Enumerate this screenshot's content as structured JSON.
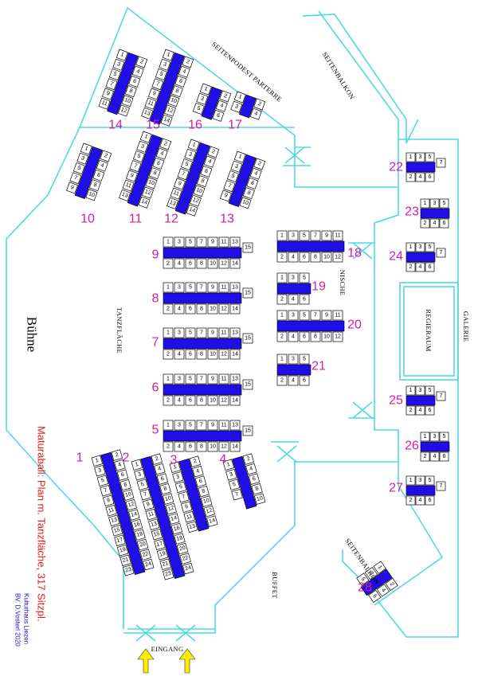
{
  "labels": {
    "stage": "Bühne",
    "dance_floor": "TANZFLÄCHE",
    "side_podium": "SEITENPODEST PARTERRE",
    "side_balcony_top": "SEITENBALKON",
    "side_balcony_bottom": "SEITENBALKON",
    "niche": "NISCHE",
    "control_room": "REGIERAUM",
    "gallery": "GALERIE",
    "buffet": "BUFFET",
    "entrance": "EINGANG",
    "title": "Maturaball: Plan m. Tanzfläche, 317 Sitzpl.",
    "credit_line1": "Kulturhaus Liezen",
    "credit_line2": "BV. D.Vosterl 2020"
  },
  "tables": {
    "t1": {
      "number": "1",
      "left": [
        "1",
        "3",
        "5",
        "7",
        "9",
        "11",
        "13",
        "15",
        "17",
        "19",
        "21",
        "23"
      ],
      "right": [
        "2",
        "4",
        "6",
        "8",
        "10",
        "12",
        "14",
        "16",
        "18",
        "20",
        "22",
        "24"
      ]
    },
    "t2": {
      "number": "2",
      "left": [
        "1",
        "3",
        "5",
        "7",
        "9",
        "11",
        "13",
        "15",
        "17",
        "19",
        "21",
        "23"
      ],
      "right": [
        "2",
        "4",
        "6",
        "8",
        "10",
        "12",
        "14",
        "16",
        "18",
        "20",
        "22",
        "24"
      ]
    },
    "t3": {
      "number": "3",
      "left": [
        "1",
        "3",
        "5",
        "7",
        "9",
        "11",
        "13"
      ],
      "right": [
        "2",
        "4",
        "6",
        "8",
        "10",
        "12",
        "14"
      ]
    },
    "t4": {
      "number": "4",
      "left": [
        "1",
        "3",
        "5",
        "7"
      ],
      "right": [
        "2",
        "4",
        "6",
        "8",
        "10"
      ]
    },
    "t5": {
      "number": "5",
      "top": [
        "1",
        "3",
        "5",
        "7",
        "9",
        "11",
        "13"
      ],
      "bottom": [
        "2",
        "4",
        "6",
        "8",
        "10",
        "12",
        "14"
      ],
      "end": "15"
    },
    "t6": {
      "number": "6",
      "top": [
        "1",
        "3",
        "5",
        "7",
        "9",
        "11",
        "13"
      ],
      "bottom": [
        "2",
        "4",
        "6",
        "8",
        "10",
        "12",
        "14"
      ],
      "end": "15"
    },
    "t7": {
      "number": "7",
      "top": [
        "1",
        "3",
        "5",
        "7",
        "9",
        "11",
        "13"
      ],
      "bottom": [
        "2",
        "4",
        "6",
        "8",
        "10",
        "12",
        "14"
      ],
      "end": "15"
    },
    "t8": {
      "number": "8",
      "top": [
        "1",
        "3",
        "5",
        "7",
        "9",
        "11",
        "13"
      ],
      "bottom": [
        "2",
        "4",
        "6",
        "8",
        "10",
        "12",
        "14"
      ],
      "end": "15"
    },
    "t9": {
      "number": "9",
      "top": [
        "1",
        "3",
        "5",
        "7",
        "9",
        "11",
        "13"
      ],
      "bottom": [
        "2",
        "4",
        "6",
        "8",
        "10",
        "12",
        "14"
      ],
      "end": "15"
    },
    "t10": {
      "number": "10",
      "left": [
        "1",
        "3",
        "5",
        "7",
        "9"
      ],
      "right": [
        "2",
        "4",
        "6",
        "8",
        "10"
      ]
    },
    "t11": {
      "number": "11",
      "left": [
        "1",
        "3",
        "5",
        "7",
        "9",
        "11",
        "13"
      ],
      "right": [
        "2",
        "4",
        "6",
        "8",
        "10",
        "12",
        "14"
      ]
    },
    "t12": {
      "number": "12",
      "left": [
        "1",
        "3",
        "5",
        "7",
        "9",
        "11",
        "13"
      ],
      "right": [
        "2",
        "4",
        "6",
        "8",
        "10",
        "12",
        "14"
      ]
    },
    "t13": {
      "number": "13",
      "left": [
        "1",
        "3",
        "5",
        "7",
        "9"
      ],
      "right": [
        "2",
        "4",
        "6",
        "8",
        "10"
      ]
    },
    "t14": {
      "number": "14",
      "left": [
        "1",
        "3",
        "5",
        "7",
        "9",
        "11"
      ],
      "right": [
        "2",
        "4",
        "6",
        "8",
        "10",
        "12"
      ]
    },
    "t15": {
      "number": "15",
      "left": [
        "1",
        "3",
        "5",
        "7",
        "9",
        "11",
        "13"
      ],
      "right": [
        "2",
        "4",
        "6",
        "8",
        "10",
        "12",
        "14"
      ]
    },
    "t16": {
      "number": "16",
      "left": [
        "1",
        "3",
        "5"
      ],
      "right": [
        "2",
        "4",
        "6"
      ]
    },
    "t17": {
      "number": "17",
      "left": [
        "1",
        "3"
      ],
      "right": [
        "2",
        "4"
      ]
    },
    "t18": {
      "number": "18",
      "top": [
        "1",
        "3",
        "5",
        "7",
        "9",
        "11"
      ],
      "bottom": [
        "2",
        "4",
        "6",
        "8",
        "10",
        "12"
      ]
    },
    "t19": {
      "number": "19",
      "top": [
        "1",
        "3",
        "5"
      ],
      "bottom": [
        "2",
        "4",
        "6"
      ]
    },
    "t20": {
      "number": "20",
      "top": [
        "1",
        "3",
        "5",
        "7",
        "9",
        "11"
      ],
      "bottom": [
        "2",
        "4",
        "6",
        "8",
        "10",
        "12"
      ]
    },
    "t21": {
      "number": "21",
      "top": [
        "1",
        "3",
        "5"
      ],
      "bottom": [
        "2",
        "4",
        "6"
      ]
    },
    "t22": {
      "number": "22",
      "top": [
        "1",
        "3",
        "5"
      ],
      "bottom": [
        "2",
        "4",
        "6"
      ],
      "end": "7"
    },
    "t23": {
      "number": "23",
      "top": [
        "1",
        "3",
        "5"
      ],
      "bottom": [
        "2",
        "4",
        "6"
      ]
    },
    "t24": {
      "number": "24",
      "top": [
        "1",
        "3",
        "5"
      ],
      "bottom": [
        "2",
        "4",
        "6"
      ],
      "end": "7"
    },
    "t25": {
      "number": "25",
      "top": [
        "1",
        "3",
        "5"
      ],
      "bottom": [
        "2",
        "4",
        "6"
      ],
      "end": "7"
    },
    "t26": {
      "number": "26",
      "top": [
        "1",
        "3",
        "5"
      ],
      "bottom": [
        "2",
        "4",
        "6"
      ]
    },
    "t27": {
      "number": "27",
      "top": [
        "1",
        "3",
        "5"
      ],
      "bottom": [
        "2",
        "4",
        "6"
      ],
      "end": "7"
    },
    "t28": {
      "number": "28",
      "left": [
        "1",
        "3",
        "5"
      ],
      "right": [
        "2",
        "4",
        "6"
      ]
    }
  },
  "colors": {
    "walls": "#4fd9e3",
    "table": "#1f0fe6",
    "table_number": "#d81b9c",
    "title": "#e31c1c",
    "credit": "#1a10c8",
    "arrow": "#ffee00"
  }
}
